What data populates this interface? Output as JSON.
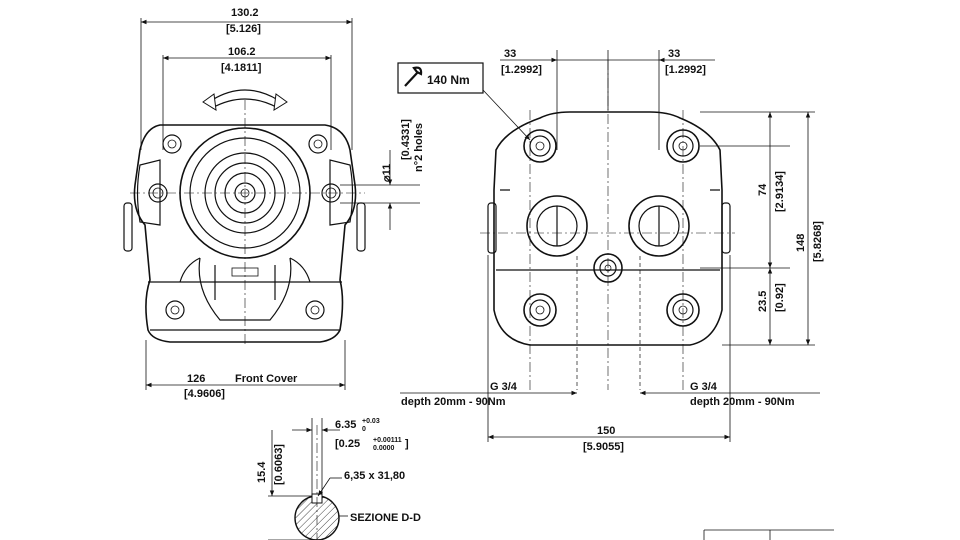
{
  "front_view": {
    "overall_width": "130.2",
    "overall_width_in": "[5.126]",
    "bolt_width": "106.2",
    "bolt_width_in": "[4.1811]",
    "hole_dia": "⌀11",
    "hole_dia_in": "[0.4331]",
    "hole_note": "n°2 holes",
    "base_width": "126",
    "base_width_in": "[4.9606]",
    "cover_label": "Front Cover"
  },
  "side_view": {
    "torque_label": "140 Nm",
    "port_offset_left": "33",
    "port_offset_left_in": "[1.2992]",
    "port_offset_right": "33",
    "port_offset_right_in": "[1.2992]",
    "height_74": "74",
    "height_74_in": "[2.9134]",
    "height_148": "148",
    "height_148_in": "[5.8268]",
    "height_23": "23.5",
    "height_23_in": "[0.92]",
    "port_left": "G 3/4",
    "port_left_note": "depth 20mm - 90Nm",
    "port_right": "G 3/4",
    "port_right_note": "depth 20mm - 90Nm",
    "overall_width": "150",
    "overall_width_in": "[5.9055]"
  },
  "section": {
    "key_width": "6.35",
    "key_tol_upper": "+0.03",
    "key_tol_lower": "0",
    "key_width_in": "[0.25",
    "key_tol_in_upper": "+0.00111",
    "key_tol_in_lower": "0.0000",
    "key_width_in_close": "]",
    "shaft_height": "15.4",
    "shaft_height_in": "[0.6063]",
    "key_size": "6,35 x 31,80",
    "title": "SEZIONE D-D"
  }
}
